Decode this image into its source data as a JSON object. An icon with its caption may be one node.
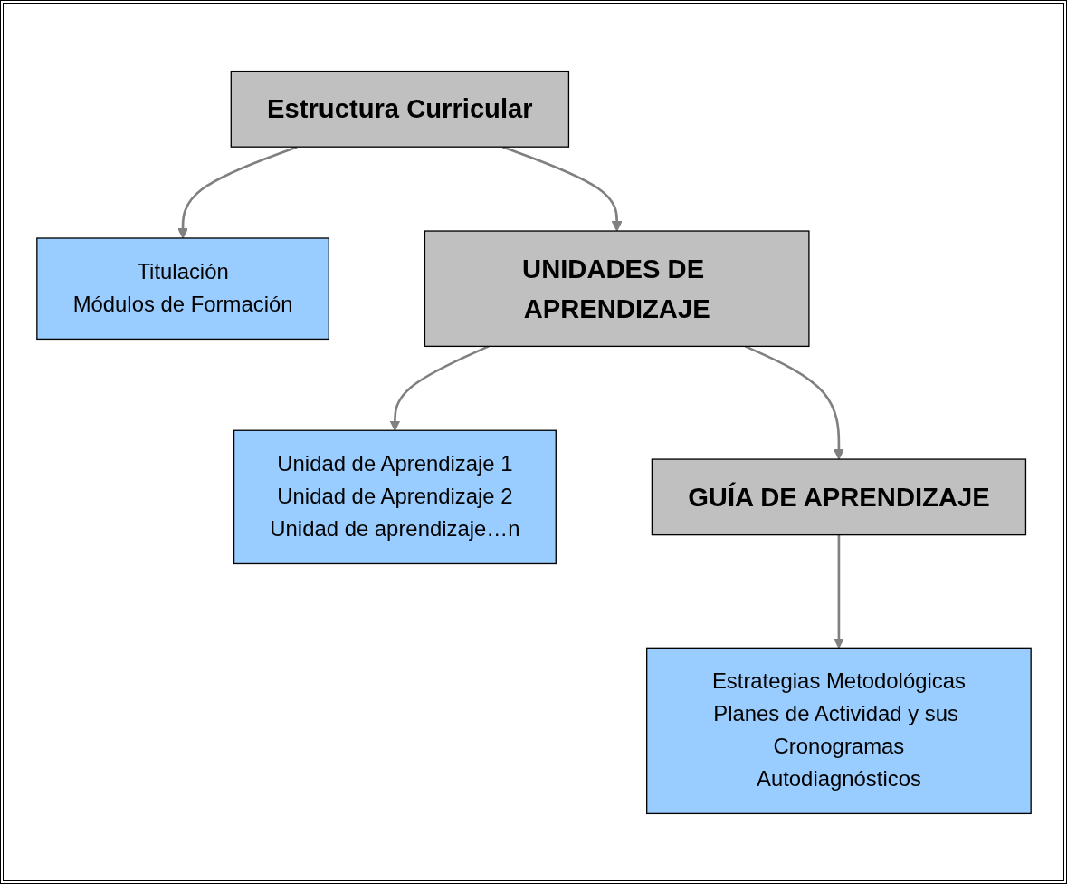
{
  "diagram": {
    "nodes": [
      {
        "text": [
          "Estructura Curricular"
        ]
      },
      {
        "text": [
          "Titulación",
          "Módulos de Formación"
        ]
      },
      {
        "text": [
          "UNIDADES DE APRENDIZAJE"
        ]
      },
      {
        "text": [
          "Unidad de Aprendizaje 1",
          "Unidad de Aprendizaje 2",
          "Unidad de aprendizaje…n"
        ]
      },
      {
        "text": [
          "GUÍA DE APRENDIZAJE"
        ]
      },
      {
        "text": [
          "Estrategias Metodológicas",
          "Planes de Actividad y sus Cronogramas",
          "Autodiagnósticos"
        ]
      }
    ],
    "edges": [
      {
        "from": 0,
        "to": 1,
        "arrow": "to"
      },
      {
        "from": 0,
        "to": 2,
        "arrow": "to"
      },
      {
        "from": 2,
        "to": 3,
        "arrow": "to"
      },
      {
        "from": 2,
        "to": 4,
        "arrow": "to"
      },
      {
        "from": 4,
        "to": 5,
        "arrow": "to"
      }
    ]
  }
}
